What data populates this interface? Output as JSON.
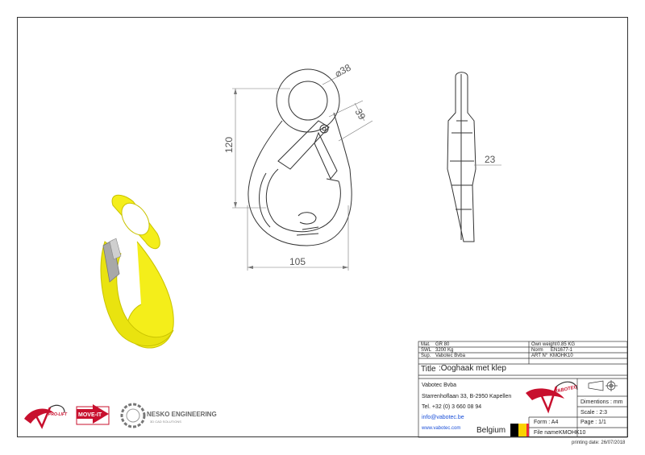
{
  "dimensions": {
    "diameter": "⌀38",
    "opening": "39",
    "height": "120",
    "width": "105",
    "thickness": "23"
  },
  "titleblock": {
    "mat_label": "Mat.",
    "mat_value": "GR 80",
    "swl_label": "SWL",
    "swl_value": "3200 Kg",
    "sup_label": "Sup.",
    "sup_value": "Vabotec Bvba",
    "weight_label": "Own weight",
    "weight_value": "0.85 KG",
    "norm_label": "Norm",
    "norm_value": "EN1677-1",
    "art_label": "ART N°",
    "art_value": "KMOHK10",
    "title_label": "Title",
    "title_value": ":Ooghaak met klep",
    "company_name": "Vabotec Bvba",
    "address": "Starrenhoflaan 33, B-2950 Kapellen",
    "phone": "Tel. +32 (0) 3 660 08 94",
    "email": "info@vabotec.be",
    "website": "www.vabotec.com",
    "country": "Belgium",
    "form_label": "Form : A4",
    "file_label": "File name",
    "file_value": "KMOHK10",
    "dimensions_label": "Dimentions : mm",
    "scale_label": "Scale : 2:3",
    "page_label": "Page : 1/1",
    "logo_text": "VABOTEC"
  },
  "logos": {
    "prolift": "PRO-LIFT",
    "moveit": "MOVE-IT",
    "nesko_name": "NESKO ENGINEERING",
    "nesko_sub": "3D CAD SOLUTIONS"
  },
  "printing_date": "printing date: 26/07/2018",
  "colors": {
    "hook_yellow": "#f4ee1a",
    "latch_gray": "#a8a8a8",
    "flag_black": "#000000",
    "flag_yellow": "#fad201",
    "flag_red": "#ed2939",
    "brand_red": "#c8102e"
  }
}
